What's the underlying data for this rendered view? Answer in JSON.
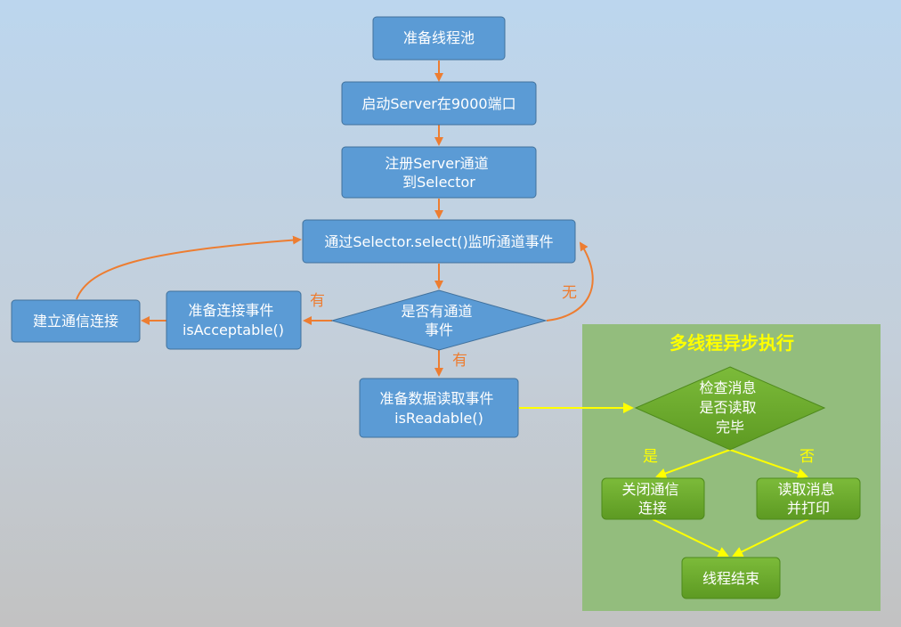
{
  "colors": {
    "process_fill": "#5b9bd5",
    "process_border": "#41719c",
    "green_fill": "#6fae2f",
    "green_border": "#4e8a1c",
    "panel_fill": "#93bd7d",
    "arrow_orange": "#ed7d31",
    "arrow_yellow": "#ffff00",
    "label_orange": "#ed7d31",
    "label_yellow": "#ffff00",
    "text_white": "#ffffff"
  },
  "main_flow": {
    "prepare_pool": [
      "准备线程池"
    ],
    "start_server": [
      "启动Server在9000端口"
    ],
    "register_channel": [
      "注册Server通道",
      "到Selector"
    ],
    "select_events": [
      "通过Selector.select()监听通道事件"
    ],
    "has_events": [
      "是否有通道",
      "事件"
    ],
    "accept_event": [
      "准备连接事件",
      "isAcceptable()"
    ],
    "establish_conn": [
      "建立通信连接"
    ],
    "read_event": [
      "准备数据读取事件",
      "isReadable()"
    ]
  },
  "edge_labels": {
    "accept_yes": "有",
    "read_yes": "有",
    "no_events": "无",
    "read_done_yes": "是",
    "read_done_no": "否"
  },
  "async_panel": {
    "title": "多线程异步执行",
    "check_done": [
      "检查消息",
      "是否读取",
      "完毕"
    ],
    "close_conn": [
      "关闭通信",
      "连接"
    ],
    "read_print": [
      "读取消息",
      "并打印"
    ],
    "thread_end": [
      "线程结束"
    ]
  }
}
